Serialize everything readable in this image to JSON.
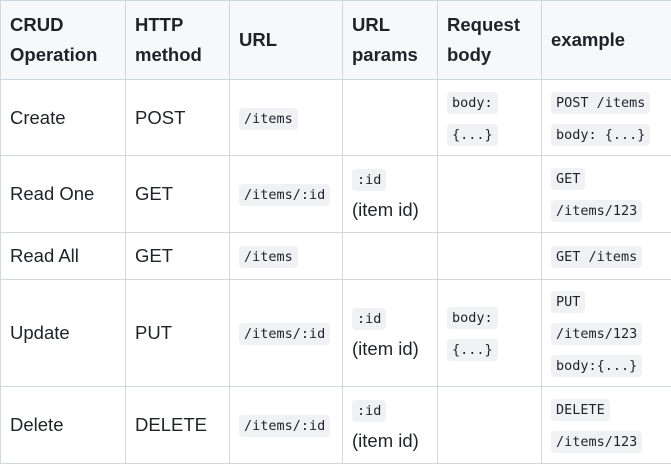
{
  "table": {
    "headers": {
      "crud_operation": "CRUD Operation",
      "http_method": "HTTP method",
      "url": "URL",
      "url_params": "URL params",
      "request_body": "Request body",
      "example": "example"
    },
    "rows": [
      {
        "operation": "Create",
        "method": "POST",
        "url": "/items",
        "param_code": "",
        "param_desc": "",
        "body_line1": "body:",
        "body_line2": "{...}",
        "example_lines": [
          "POST /items",
          "body: {...}"
        ]
      },
      {
        "operation": "Read One",
        "method": "GET",
        "url": "/items/:id",
        "param_code": ":id",
        "param_desc": "(item id)",
        "body_line1": "",
        "body_line2": "",
        "example_lines": [
          "GET",
          "/items/123"
        ]
      },
      {
        "operation": "Read All",
        "method": "GET",
        "url": "/items",
        "param_code": "",
        "param_desc": "",
        "body_line1": "",
        "body_line2": "",
        "example_lines": [
          "GET /items"
        ]
      },
      {
        "operation": "Update",
        "method": "PUT",
        "url": "/items/:id",
        "param_code": ":id",
        "param_desc": "(item id)",
        "body_line1": "body:",
        "body_line2": "{...}",
        "example_lines": [
          "PUT",
          "/items/123",
          "body:{...}"
        ]
      },
      {
        "operation": "Delete",
        "method": "DELETE",
        "url": "/items/:id",
        "param_code": ":id",
        "param_desc": "(item id)",
        "body_line1": "",
        "body_line2": "",
        "example_lines": [
          "DELETE",
          "/items/123"
        ]
      }
    ]
  }
}
